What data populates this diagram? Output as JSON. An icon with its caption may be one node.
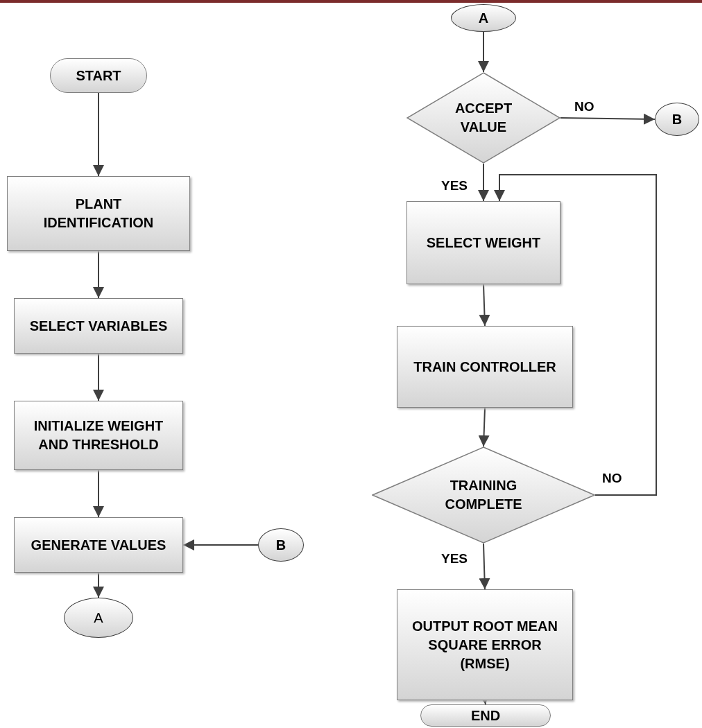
{
  "diagram": {
    "nodes": [
      {
        "text": [
          "START"
        ]
      },
      {
        "text": [
          "PLANT IDENTIFICATION"
        ]
      },
      {
        "text": [
          "SELECT VARIABLES"
        ]
      },
      {
        "text": [
          "INITIALIZE WEIGHT AND THRESHOLD"
        ]
      },
      {
        "text": [
          "GENERATE VALUES"
        ]
      },
      {
        "text": [
          "A"
        ]
      },
      {
        "text": [
          "B"
        ]
      },
      {
        "text": [
          "A"
        ]
      },
      {
        "text": [
          "ACCEPT VALUE"
        ]
      },
      {
        "text": [
          "B"
        ]
      },
      {
        "text": [
          "SELECT WEIGHT"
        ]
      },
      {
        "text": [
          "TRAIN CONTROLLER"
        ]
      },
      {
        "text": [
          "TRAINING COMPLETE"
        ]
      },
      {
        "text": [
          "OUTPUT ROOT MEAN SQUARE ERROR (RMSE)"
        ]
      },
      {
        "text": [
          "END"
        ]
      }
    ],
    "edges": [
      {
        "from": 0,
        "to": 1,
        "arrow": "to"
      },
      {
        "from": 1,
        "to": 2,
        "arrow": "to"
      },
      {
        "from": 2,
        "to": 3,
        "arrow": "to"
      },
      {
        "from": 3,
        "to": 4,
        "arrow": "to"
      },
      {
        "from": 4,
        "to": 5,
        "arrow": "to"
      },
      {
        "from": 6,
        "to": 4,
        "arrow": "to"
      },
      {
        "from": 7,
        "to": 8,
        "arrow": "to"
      },
      {
        "from": 8,
        "to": 9,
        "label": "NO",
        "arrow": "to"
      },
      {
        "from": 8,
        "to": 10,
        "label": "YES",
        "arrow": "to"
      },
      {
        "from": 10,
        "to": 11,
        "arrow": "to"
      },
      {
        "from": 11,
        "to": 12,
        "arrow": "to"
      },
      {
        "from": 12,
        "to": 10,
        "label": "NO",
        "arrow": "to"
      },
      {
        "from": 12,
        "to": 13,
        "label": "YES",
        "arrow": "to"
      },
      {
        "from": 13,
        "to": 14,
        "arrow": "to"
      }
    ]
  }
}
